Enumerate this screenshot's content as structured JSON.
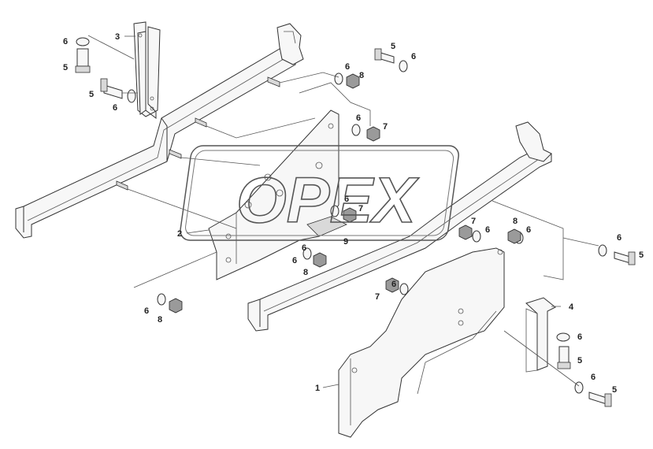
{
  "watermark": {
    "text": "OPEX"
  },
  "callouts": [
    {
      "id": "c1",
      "label": "1"
    },
    {
      "id": "c2",
      "label": "2"
    },
    {
      "id": "c3",
      "label": "3"
    },
    {
      "id": "c4",
      "label": "4"
    },
    {
      "id": "c5a",
      "label": "5"
    },
    {
      "id": "c5b",
      "label": "5"
    },
    {
      "id": "c5c",
      "label": "5"
    },
    {
      "id": "c5d",
      "label": "5"
    },
    {
      "id": "c5e",
      "label": "5"
    },
    {
      "id": "c5f",
      "label": "5"
    },
    {
      "id": "c6a",
      "label": "6"
    },
    {
      "id": "c6b",
      "label": "6"
    },
    {
      "id": "c6c",
      "label": "6"
    },
    {
      "id": "c6d",
      "label": "6"
    },
    {
      "id": "c6e",
      "label": "6"
    },
    {
      "id": "c6f",
      "label": "6"
    },
    {
      "id": "c6g",
      "label": "6"
    },
    {
      "id": "c6h",
      "label": "6"
    },
    {
      "id": "c6i",
      "label": "6"
    },
    {
      "id": "c6j",
      "label": "6"
    },
    {
      "id": "c6k",
      "label": "6"
    },
    {
      "id": "c6l",
      "label": "6"
    },
    {
      "id": "c6m",
      "label": "6"
    },
    {
      "id": "c6n",
      "label": "6"
    },
    {
      "id": "c6o",
      "label": "6"
    },
    {
      "id": "c7a",
      "label": "7"
    },
    {
      "id": "c7b",
      "label": "7"
    },
    {
      "id": "c7c",
      "label": "7"
    },
    {
      "id": "c7d",
      "label": "7"
    },
    {
      "id": "c8a",
      "label": "8"
    },
    {
      "id": "c8b",
      "label": "8"
    },
    {
      "id": "c8c",
      "label": "8"
    },
    {
      "id": "c8d",
      "label": "8"
    },
    {
      "id": "c9",
      "label": "9"
    }
  ]
}
